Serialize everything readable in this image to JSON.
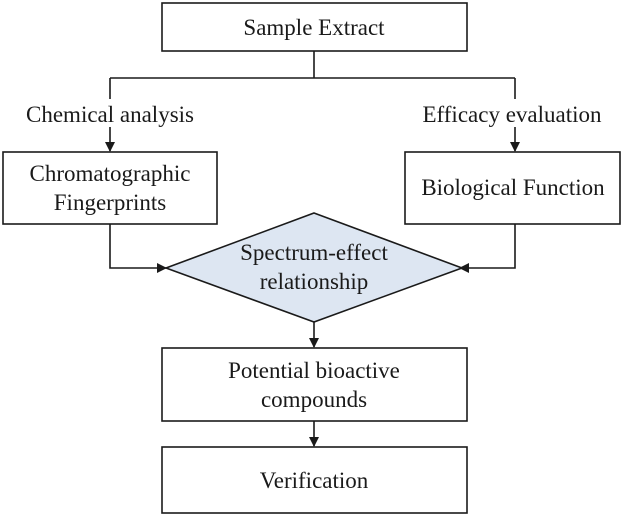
{
  "nodes": {
    "sample_extract": "Sample Extract",
    "chromatographic": [
      "Chromatographic",
      "Fingerprints"
    ],
    "biological_function": "Biological Function",
    "spectrum_effect": [
      "Spectrum-effect",
      "relationship"
    ],
    "potential_compounds": [
      "Potential bioactive",
      "compounds"
    ],
    "verification": "Verification"
  },
  "edge_labels": {
    "chemical_analysis": "Chemical analysis",
    "efficacy_evaluation": "Efficacy evaluation"
  },
  "colors": {
    "diamond_fill": "#dde6f2",
    "stroke": "#1a1a1a"
  }
}
